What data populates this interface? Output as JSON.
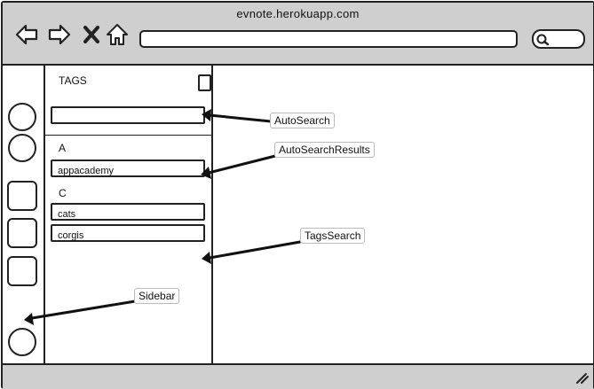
{
  "browser": {
    "title": "evnote.herokuapp.com",
    "nav_icons": [
      "back-arrow-icon",
      "forward-arrow-icon",
      "close-icon",
      "home-icon"
    ],
    "url_value": "",
    "search_icon": "search-icon"
  },
  "tags_panel": {
    "title": "TAGS",
    "new_note_icon": "note-icon",
    "search_value": "",
    "groups": [
      {
        "letter": "A",
        "tags": [
          "appacademy"
        ]
      },
      {
        "letter": "C",
        "tags": [
          "cats",
          "corgis"
        ]
      }
    ]
  },
  "annotations": {
    "autosearch": "AutoSearch",
    "autosearch_results": "AutoSearchResults",
    "tags_search": "TagsSearch",
    "sidebar": "Sidebar"
  },
  "colors": {
    "chrome": "#cfcfcf",
    "stroke": "#222222",
    "background": "#ffffff"
  }
}
